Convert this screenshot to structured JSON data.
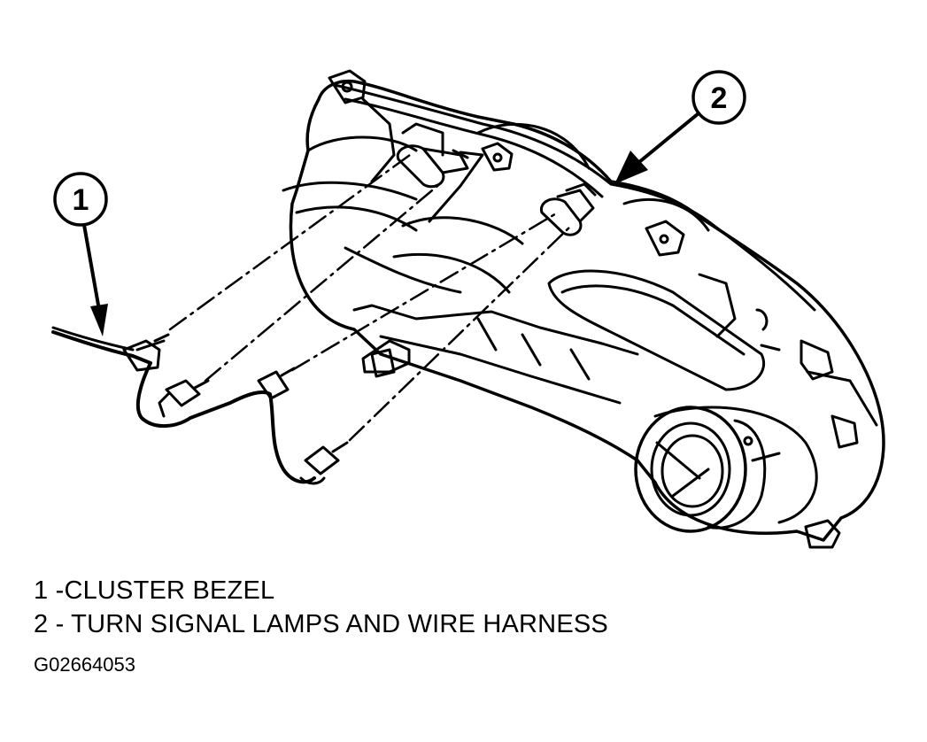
{
  "callouts": [
    {
      "number": "1"
    },
    {
      "number": "2"
    }
  ],
  "legend": [
    {
      "text": "1 -CLUSTER BEZEL"
    },
    {
      "text": "2 - TURN SIGNAL LAMPS AND WIRE HARNESS"
    }
  ],
  "figure_id": "G02664053"
}
